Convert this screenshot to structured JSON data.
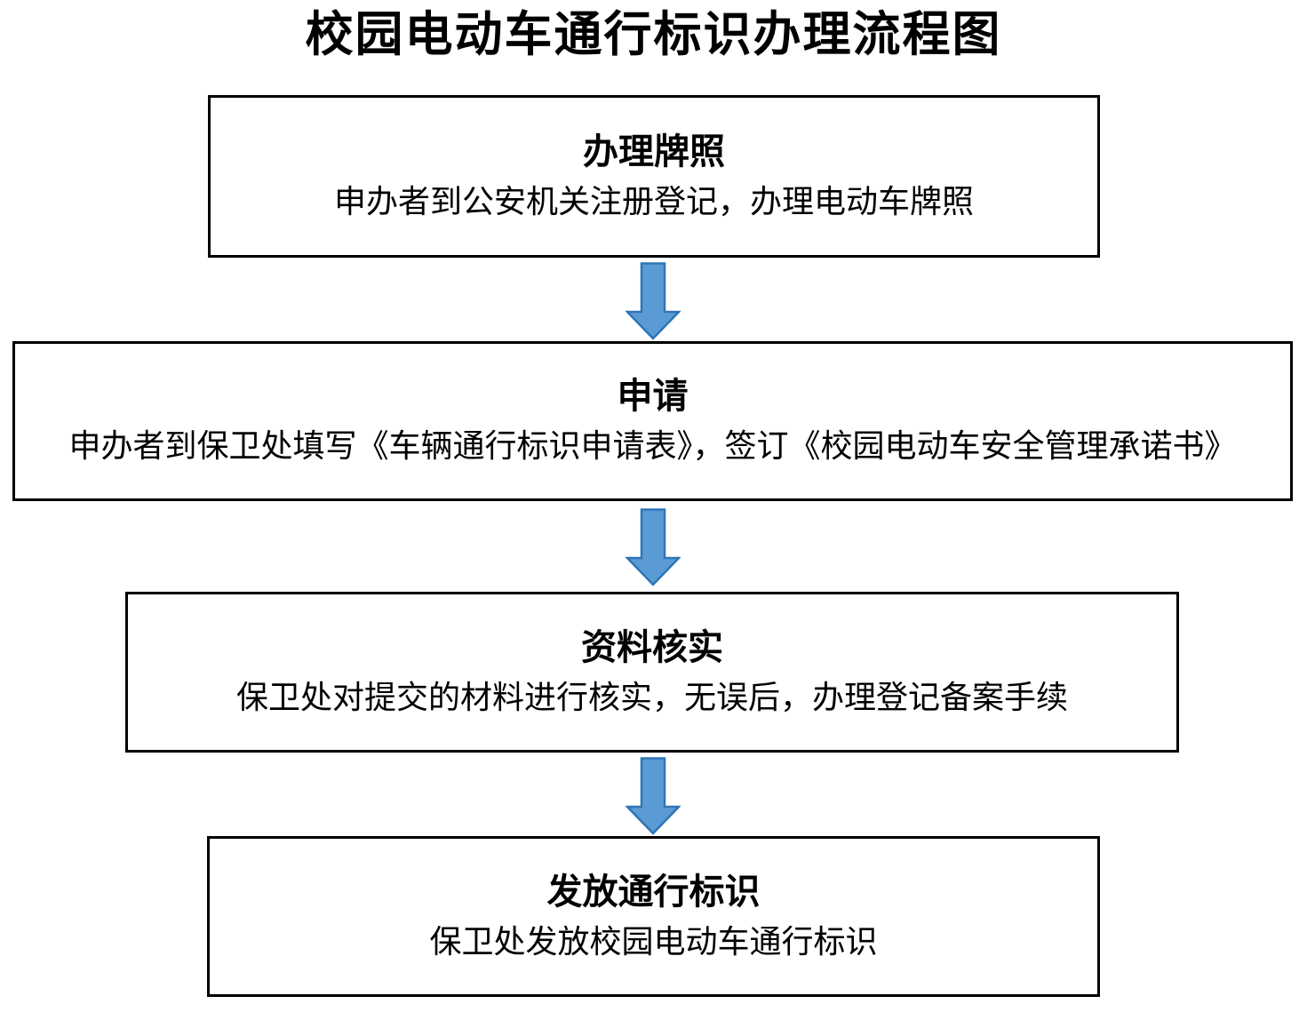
{
  "title": "校园电动车通行标识办理流程图",
  "flow": {
    "steps": [
      {
        "heading": "办理牌照",
        "description": "申办者到公安机关注册登记，办理电动车牌照"
      },
      {
        "heading": "申请",
        "description": "申办者到保卫处填写《车辆通行标识申请表》，签订《校园电动车安全管理承诺书》"
      },
      {
        "heading": "资料核实",
        "description": "保卫处对提交的材料进行核实，无误后，办理登记备案手续"
      },
      {
        "heading": "发放通行标识",
        "description": "保卫处发放校园电动车通行标识"
      }
    ],
    "arrow_icon": "down-block-arrow"
  },
  "colors": {
    "arrow_fill": "#5B9BD5",
    "arrow_stroke": "#2E75B6",
    "box_border": "#000000",
    "text": "#000000",
    "page_background": "#FFFFFF"
  }
}
